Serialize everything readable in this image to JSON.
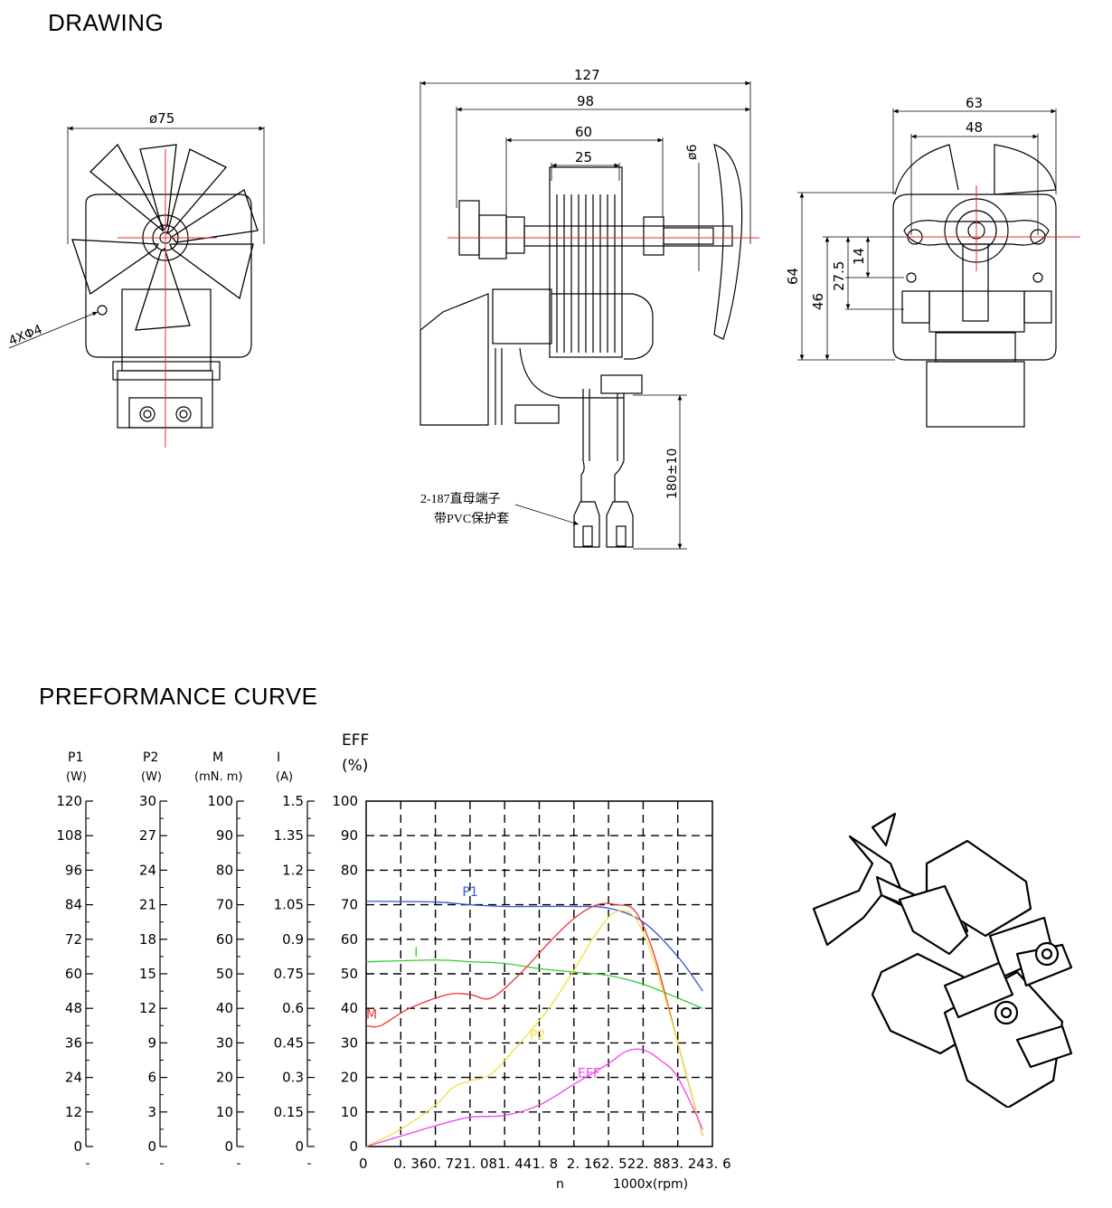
{
  "drawing": {
    "heading": "DRAWING",
    "dims": {
      "d75": "ø75",
      "holes": "4XΦ4",
      "d127": "127",
      "d98": "98",
      "d60": "60",
      "d25": "25",
      "d6": "ø6",
      "lead": "180±10",
      "terminal_1": "2-187直母端子",
      "terminal_2": "带PVC保护套",
      "d63": "63",
      "d48": "48",
      "d64": "64",
      "d46": "46",
      "d27_5": "27.5",
      "d14": "14"
    }
  },
  "curve": {
    "heading": "PREFORMANCE CURVE",
    "eff_label": "EFF",
    "eff_unit": "(%)",
    "p1_label": "P1",
    "p1_unit": "(W)",
    "p2_label": "P2",
    "p2_unit": "(W)",
    "m_label": "M",
    "m_unit": "(mN. m)",
    "i_label": "I",
    "i_unit": "(A)",
    "x_label_n": "n",
    "x_label_unit": "1000x(rpm)"
  },
  "chart_data": {
    "type": "line",
    "x_ticks": [
      "0",
      "0. 36",
      "0. 72",
      "1. 08",
      "1. 44",
      "1. 8",
      "2. 16",
      "2. 52",
      "2. 88",
      "3. 24",
      "3. 6"
    ],
    "xlim": [
      0,
      3.6
    ],
    "ylim": [
      0,
      100
    ],
    "grid": true,
    "axes": [
      {
        "name": "P1",
        "ticks": [
          "0",
          "12",
          "24",
          "36",
          "48",
          "60",
          "72",
          "84",
          "96",
          "108",
          "120"
        ]
      },
      {
        "name": "P2",
        "ticks": [
          "0",
          "3",
          "6",
          "9",
          "12",
          "15",
          "18",
          "21",
          "24",
          "27",
          "30"
        ]
      },
      {
        "name": "M",
        "ticks": [
          "0",
          "10",
          "20",
          "30",
          "40",
          "50",
          "60",
          "70",
          "80",
          "90",
          "100"
        ]
      },
      {
        "name": "I",
        "ticks": [
          "0",
          "0.15",
          "0.3",
          "0.45",
          "0.6",
          "0.75",
          "0.9",
          "1.05",
          "1.2",
          "1.35",
          "1.5"
        ]
      },
      {
        "name": "EFF",
        "ticks": [
          "0",
          "10",
          "20",
          "30",
          "40",
          "50",
          "60",
          "70",
          "80",
          "90",
          "100"
        ]
      }
    ],
    "series": [
      {
        "name": "P1",
        "color": "#3355dd",
        "x": [
          0,
          0.72,
          1.08,
          1.44,
          1.8,
          2.16,
          2.52,
          2.88,
          3.24,
          3.5
        ],
        "y": [
          71,
          70.8,
          70,
          69.5,
          69.5,
          69.5,
          69,
          65,
          55,
          45
        ]
      },
      {
        "name": "I",
        "color": "#33cc33",
        "x": [
          0,
          0.72,
          1.08,
          1.44,
          1.8,
          2.16,
          2.52,
          2.88,
          3.24,
          3.5
        ],
        "y": [
          53.5,
          54,
          53.5,
          53,
          51.5,
          50.5,
          49.5,
          47,
          43,
          40
        ]
      },
      {
        "name": "M",
        "color": "#ee3333",
        "x": [
          0,
          0.15,
          0.45,
          0.85,
          1.08,
          1.3,
          1.6,
          1.9,
          2.16,
          2.4,
          2.6,
          2.8,
          3.0,
          3.24,
          3.5
        ],
        "y": [
          35,
          35,
          40,
          44,
          44,
          43,
          50,
          59,
          66,
          70,
          70,
          68,
          55,
          30,
          3
        ]
      },
      {
        "name": "P2",
        "color": "#f0e040",
        "x": [
          0,
          0.36,
          0.72,
          0.9,
          1.08,
          1.3,
          1.6,
          1.9,
          2.16,
          2.4,
          2.6,
          2.8,
          3.0,
          3.24,
          3.5
        ],
        "y": [
          0,
          5,
          12,
          17,
          19,
          21,
          30,
          40,
          51,
          62,
          68,
          66,
          53,
          30,
          3
        ]
      },
      {
        "name": "EFF",
        "color": "#ee44ee",
        "x": [
          0,
          0.36,
          0.72,
          1.08,
          1.44,
          1.8,
          2.16,
          2.52,
          2.7,
          2.88,
          3.06,
          3.24,
          3.5
        ],
        "y": [
          0,
          3,
          6,
          8.5,
          9,
          12,
          18,
          24,
          27.5,
          28,
          25,
          20,
          5
        ]
      }
    ],
    "series_labels": [
      "P1",
      "I",
      "M",
      "P2",
      "EFF"
    ]
  }
}
